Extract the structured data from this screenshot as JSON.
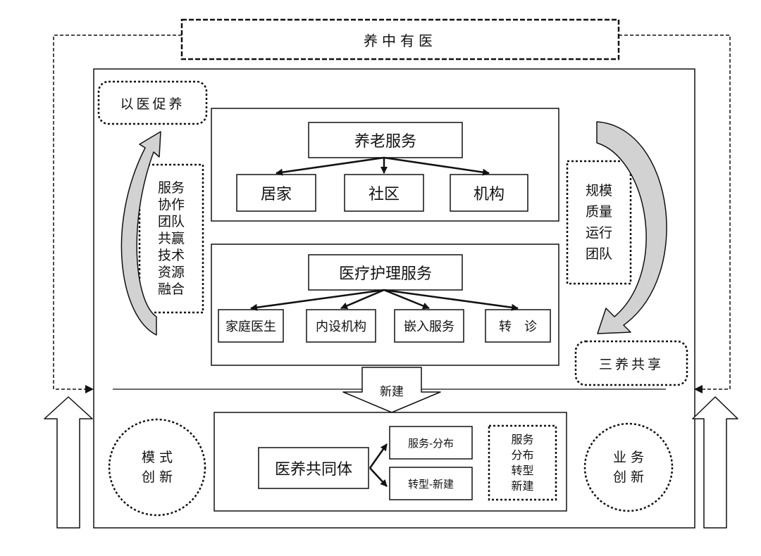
{
  "top": {
    "label": "养中有医"
  },
  "left": {
    "label": "以医促养",
    "box_text": "服务\n协作\n团队\n共赢\n技术\n资源\n融合"
  },
  "right": {
    "box_text": "规模\n质量\n运行\n团队",
    "label": "三养共享"
  },
  "elderly": {
    "title": "养老服务",
    "items": [
      "居家",
      "社区",
      "机构"
    ]
  },
  "medical": {
    "title": "医疗护理服务",
    "items": [
      "家庭医生",
      "内设机构",
      "嵌入服务",
      "转　诊"
    ]
  },
  "arrow_label": "新建",
  "bottom": {
    "left_circle": "模 式\n创 新",
    "right_circle": "业 务\n创 新",
    "community": "医养共同体",
    "branch_top": "服务-分布",
    "branch_bottom": "转型-新建",
    "side_box": "服务\n分布\n转型\n新建"
  }
}
